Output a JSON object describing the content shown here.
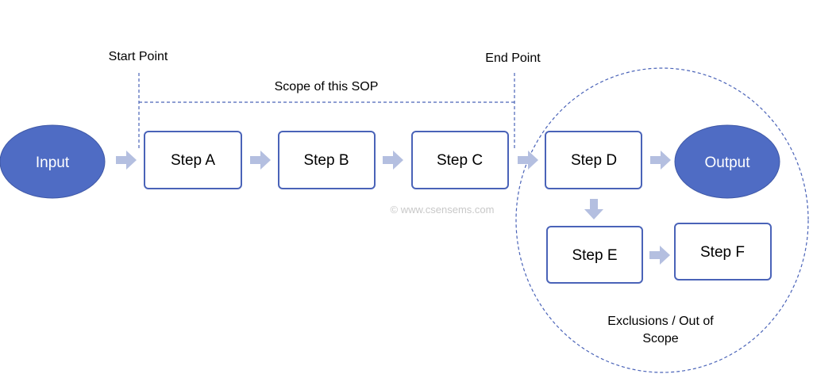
{
  "colors": {
    "accent": "#4f6cc4",
    "box_border": "#4a63b8",
    "arrow": "#b4bfe0",
    "dashed": "#4a63b8"
  },
  "labels": {
    "start_point": "Start Point",
    "end_point": "End Point",
    "scope": "Scope of this SOP",
    "exclusions_line1": "Exclusions / Out of",
    "exclusions_line2": "Scope",
    "watermark": "© www.csensems.com"
  },
  "nodes": {
    "input": "Input",
    "output": "Output"
  },
  "steps": {
    "a": "Step A",
    "b": "Step B",
    "c": "Step C",
    "d": "Step D",
    "e": "Step E",
    "f": "Step F"
  },
  "arrow_icon": "right-arrow-icon"
}
